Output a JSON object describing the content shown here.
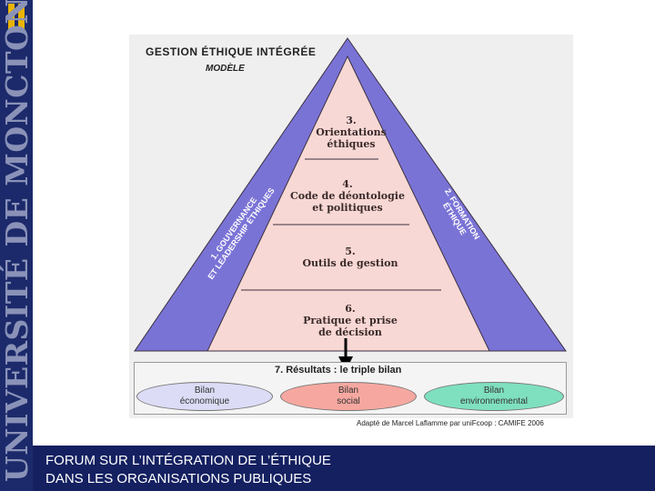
{
  "sidebar": {
    "university_name": "UNIVERSITÉ DE MONCTON"
  },
  "diagram": {
    "title": "GESTION ÉTHIQUE INTÉGRÉE",
    "subtitle": "MODÈLE",
    "levels": [
      {
        "number": "3.",
        "text": "Orientations éthiques"
      },
      {
        "number": "4.",
        "text": "Code de déontologie et politiques"
      },
      {
        "number": "5.",
        "text": "Outils de gestion"
      },
      {
        "number": "6.",
        "text": "Pratique et prise de décision"
      }
    ],
    "left_side": {
      "line1": "1. GOUVERNANCE",
      "line2": "ET LEADERSHIP ÉTHIQUES"
    },
    "right_side": {
      "line1": "2. FORMATION",
      "line2": "ÉTHIQUE"
    },
    "results": {
      "title": "7. Résultats : le triple bilan",
      "items": [
        {
          "line1": "Bilan",
          "line2": "économique",
          "color": "#dcdcf6"
        },
        {
          "line1": "Bilan",
          "line2": "social",
          "color": "#f6a8a0"
        },
        {
          "line1": "Bilan",
          "line2": "environnemental",
          "color": "#7fe0bf"
        }
      ]
    },
    "credit": "Adapté de Marcel Laflamme par uniFcoop : CAMIFE 2006",
    "colors": {
      "side_band": "#7a73d6",
      "pyramid_fill": "#f8d8d4",
      "outline": "#3a3040"
    }
  },
  "footer": {
    "line1": "FORUM SUR L’INTÉGRATION DE L’ÉTHIQUE",
    "line2": "DANS LES ORGANISATIONS PUBLIQUES"
  }
}
